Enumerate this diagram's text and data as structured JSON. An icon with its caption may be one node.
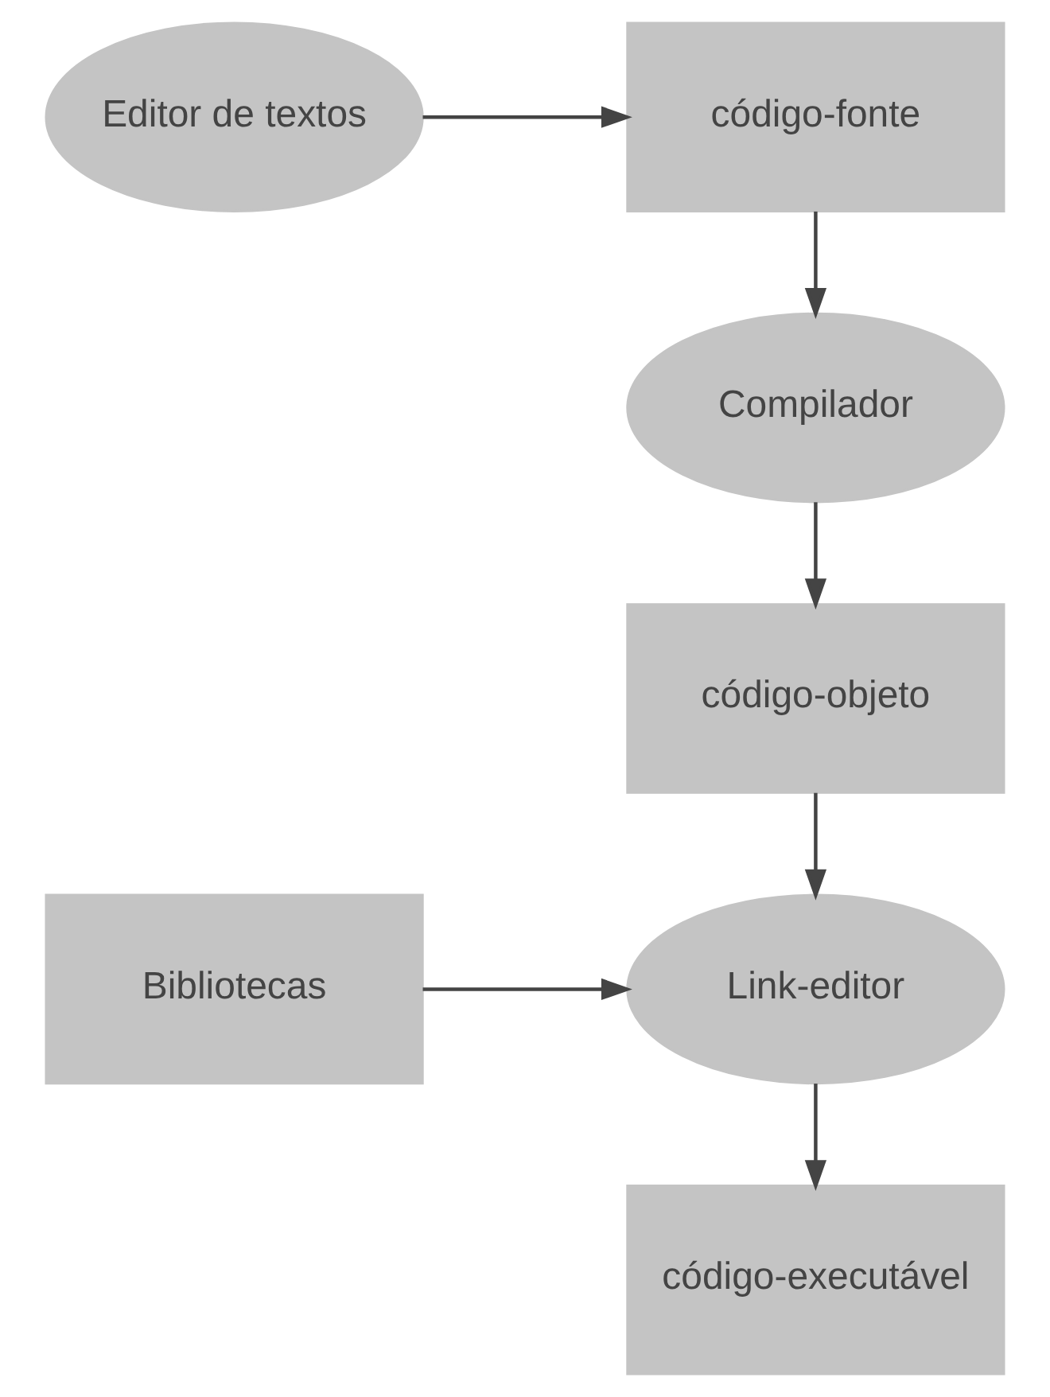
{
  "diagram": {
    "nodes": [
      {
        "text": [
          "Editor de textos"
        ]
      },
      {
        "text": [
          "código-fonte"
        ]
      },
      {
        "text": [
          "Compilador"
        ]
      },
      {
        "text": [
          "código-objeto"
        ]
      },
      {
        "text": [
          "Bibliotecas"
        ]
      },
      {
        "text": [
          "Link-editor"
        ]
      },
      {
        "text": [
          "código-executável"
        ]
      }
    ],
    "edges": [
      {
        "from": 0,
        "to": 1,
        "arrow": "to"
      },
      {
        "from": 1,
        "to": 2,
        "arrow": "to"
      },
      {
        "from": 2,
        "to": 3,
        "arrow": "to"
      },
      {
        "from": 3,
        "to": 5,
        "arrow": "to"
      },
      {
        "from": 4,
        "to": 5,
        "arrow": "to"
      },
      {
        "from": 5,
        "to": 6,
        "arrow": "to"
      }
    ]
  }
}
